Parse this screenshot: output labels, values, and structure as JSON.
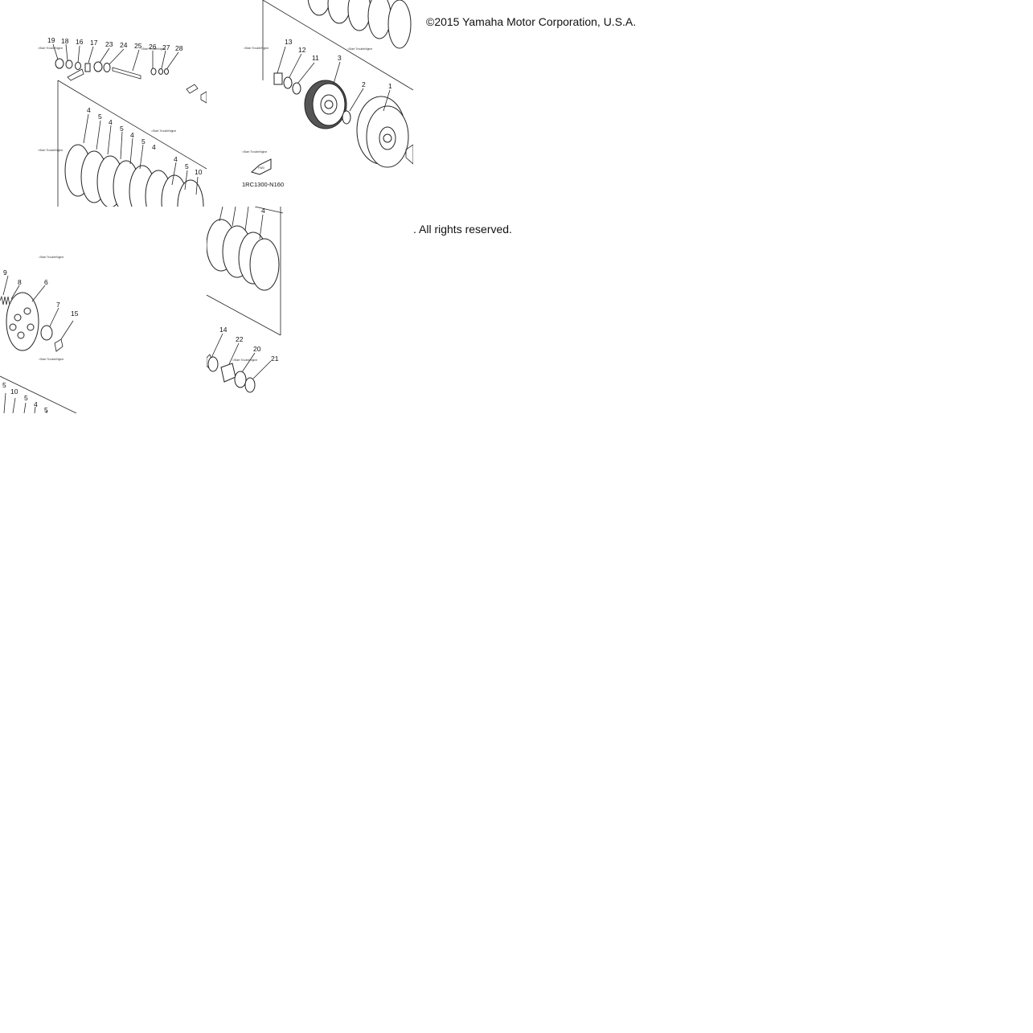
{
  "diagram": {
    "copyright": "©2015 Yamaha Motor Corporation, U.S.A.",
    "rights": ". All rights reserved.",
    "figure_code": "1RC1300-N160",
    "fwd_label": "FWD",
    "callouts": {
      "tile1": [
        "19",
        "18",
        "16",
        "17",
        "23",
        "24",
        "25",
        "26",
        "27",
        "28",
        "4",
        "5",
        "4",
        "5",
        "4",
        "5",
        "4",
        "4",
        "5",
        "10"
      ],
      "tile2": [
        "13",
        "12",
        "11",
        "3",
        "2",
        "1"
      ],
      "tile3": [
        "9",
        "8",
        "6",
        "7",
        "15",
        "5",
        "10",
        "5",
        "4",
        "5"
      ],
      "tile4": [
        "4",
        "14",
        "22",
        "20",
        "21"
      ]
    }
  }
}
